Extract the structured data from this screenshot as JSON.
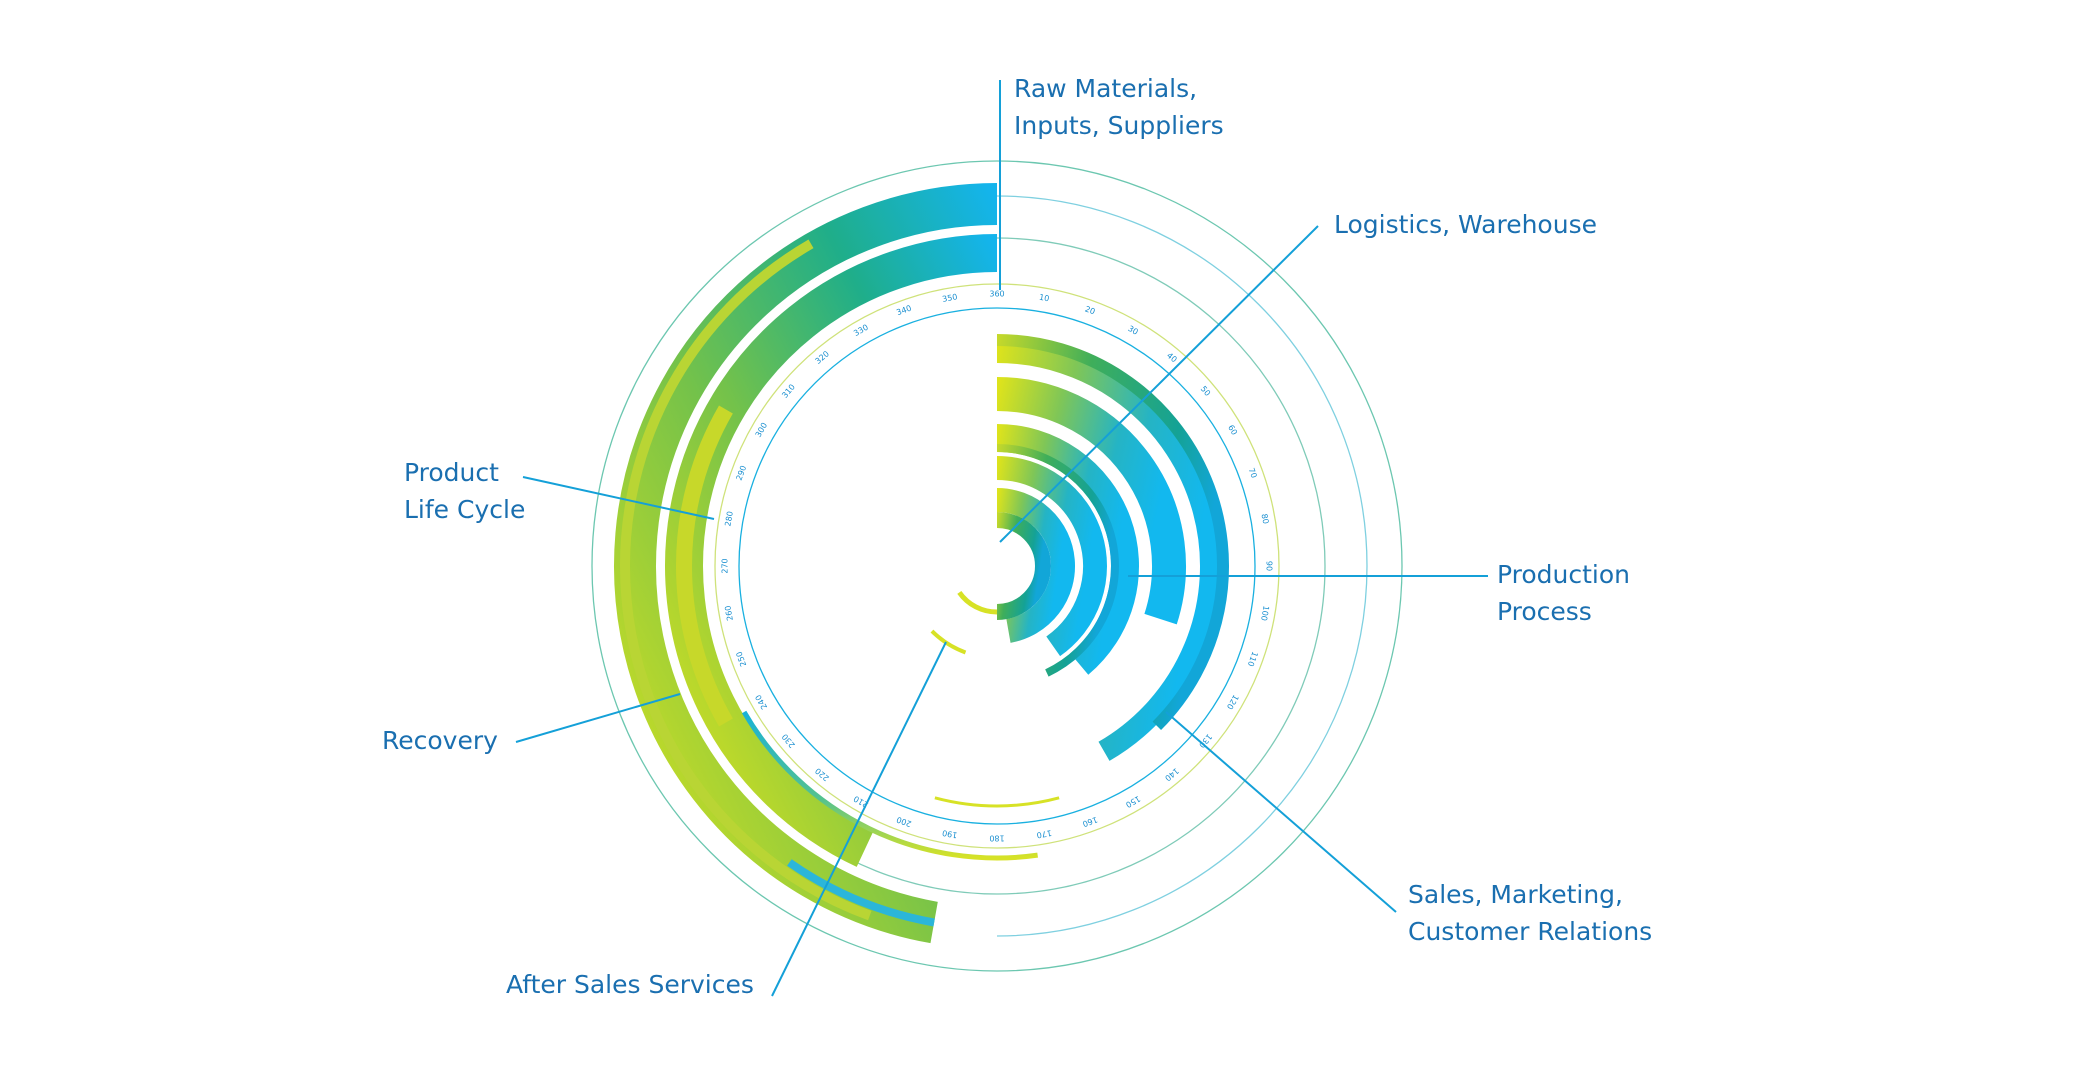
{
  "labels": {
    "raw_materials": [
      "Raw Materials,",
      "Inputs, Suppliers"
    ],
    "logistics": [
      "Logistics, Warehouse"
    ],
    "production": [
      "Production",
      "Process"
    ],
    "sales": [
      "Sales, Marketing,",
      "Customer Relations"
    ],
    "after_sales": [
      "After Sales Services"
    ],
    "recovery": [
      "Recovery"
    ],
    "life_cycle": [
      "Product",
      "Life Cycle"
    ]
  },
  "scale": {
    "ticks": [
      10,
      20,
      30,
      40,
      50,
      60,
      70,
      80,
      90,
      100,
      110,
      120,
      130,
      140,
      150,
      160,
      170,
      180,
      190,
      200,
      210,
      220,
      230,
      240,
      250,
      260,
      270,
      280,
      290,
      300,
      310,
      320,
      330,
      340,
      350,
      360
    ]
  },
  "colors": {
    "label_text": "#1a6fb0",
    "leader_line": "#14a0d8",
    "yellow": "#dde31c",
    "green": "#1fae8a",
    "blue": "#14b4ec"
  },
  "arcs": [
    {
      "name": "outer-arc-raw-materials",
      "start_deg": 190,
      "end_deg": 360,
      "extent": "outer"
    },
    {
      "name": "outer-arc-logistics",
      "start_deg": 205,
      "end_deg": 360,
      "extent": "outer"
    },
    {
      "name": "outer-arc-recovery",
      "start_deg": 240,
      "end_deg": 360,
      "extent": "outer"
    },
    {
      "name": "inner-arc-production-1",
      "start_deg": 0,
      "end_deg": 150
    },
    {
      "name": "inner-arc-production-2",
      "start_deg": 0,
      "end_deg": 108
    },
    {
      "name": "inner-arc-sales-1",
      "start_deg": 0,
      "end_deg": 140
    },
    {
      "name": "inner-arc-sales-2",
      "start_deg": 0,
      "end_deg": 145
    },
    {
      "name": "inner-arc-after-sales",
      "start_deg": 0,
      "end_deg": 175
    },
    {
      "name": "inner-arc-core",
      "start_deg": 0,
      "end_deg": 180
    }
  ]
}
